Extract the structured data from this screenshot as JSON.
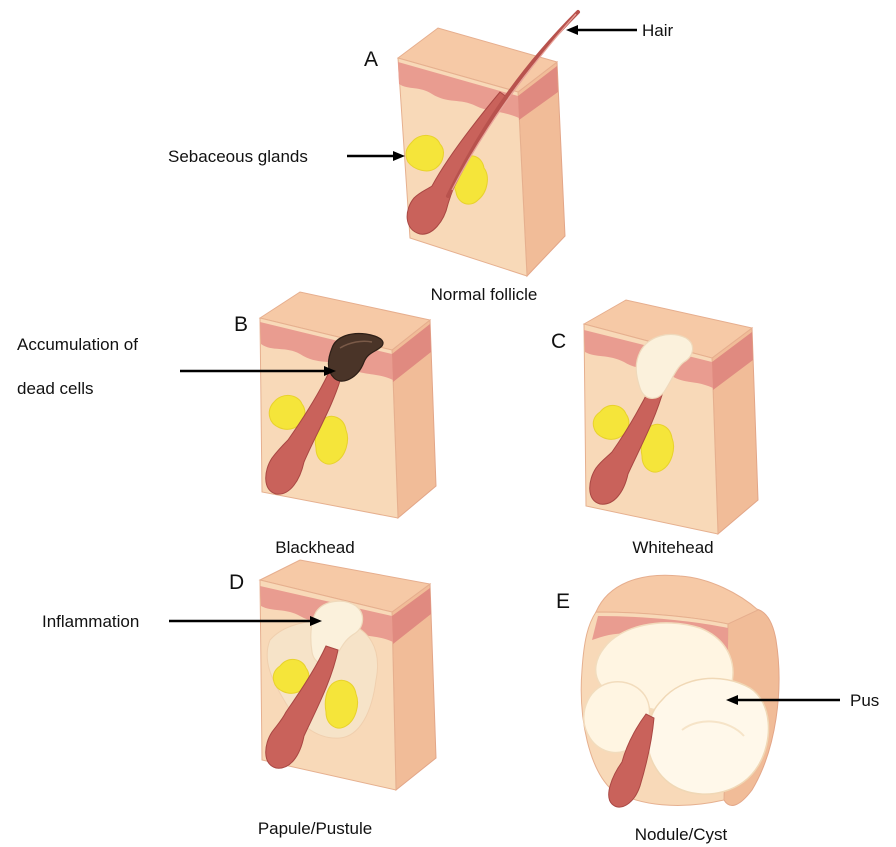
{
  "panels": [
    {
      "letter": "A",
      "caption": "Normal follicle"
    },
    {
      "letter": "B",
      "caption": "Blackhead"
    },
    {
      "letter": "C",
      "caption": "Whitehead"
    },
    {
      "letter": "D",
      "caption": "Papule/Pustule"
    },
    {
      "letter": "E",
      "caption": "Nodule/Cyst"
    }
  ],
  "callouts": {
    "hair": "Hair",
    "sebaceous_glands": "Sebaceous glands",
    "accumulation_line1": "Accumulation of",
    "accumulation_line2": "dead cells",
    "inflammation": "Inflammation",
    "pus": "Pus"
  },
  "colors": {
    "skin_side": "#f3c49f",
    "skin_front": "#f8d8b6",
    "skin_top": "#f6c8a4",
    "epidermis": "#e79a8e",
    "dermis_line": "#dc7f78",
    "follicle": "#c8605a",
    "follicle_dark": "#a94442",
    "sebaceous": "#f7ea3a",
    "plug_dark": "#4a3428",
    "whitehead": "#fbf1dc",
    "pus": "#fff8ea"
  }
}
